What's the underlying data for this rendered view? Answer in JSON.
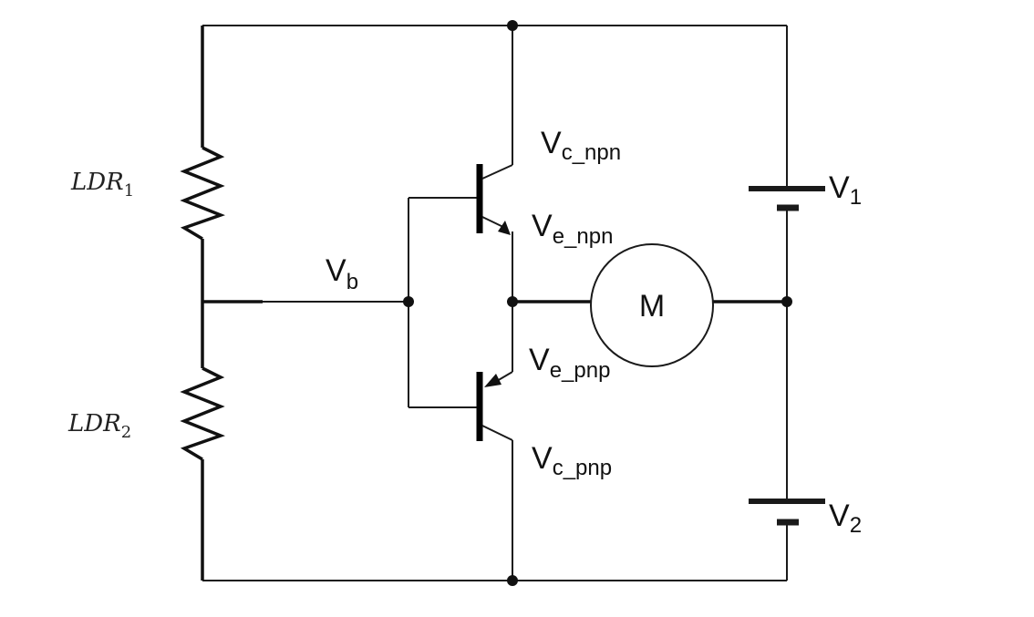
{
  "labels": {
    "ldr1": {
      "main": "LDR",
      "sub": "1"
    },
    "ldr2": {
      "main": "LDR",
      "sub": "2"
    },
    "vb": {
      "main": "V",
      "sub": "b"
    },
    "vc_npn": {
      "main": "V",
      "sub": "c_npn"
    },
    "ve_npn": {
      "main": "V",
      "sub": "e_npn"
    },
    "ve_pnp": {
      "main": "V",
      "sub": "e_pnp"
    },
    "vc_pnp": {
      "main": "V",
      "sub": "c_pnp"
    },
    "v1": {
      "main": "V",
      "sub": "1"
    },
    "v2": {
      "main": "V",
      "sub": "2"
    },
    "motor": "M"
  },
  "colors": {
    "wire": "#1a1a1a",
    "background": "#ffffff"
  }
}
